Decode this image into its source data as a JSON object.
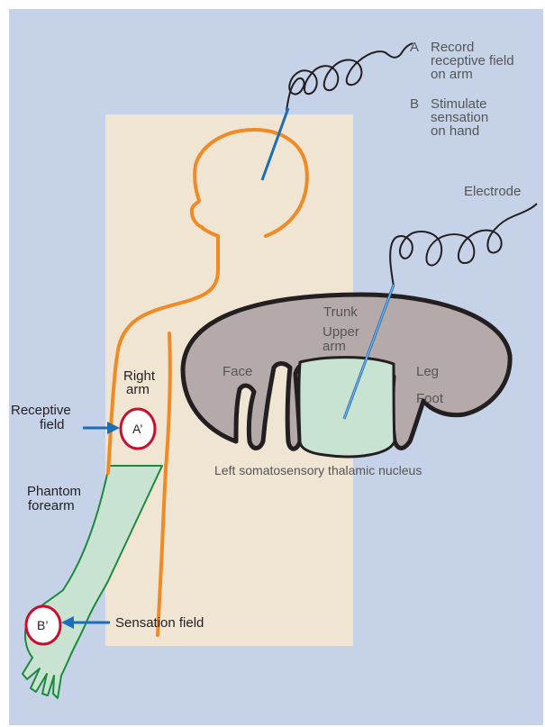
{
  "colors": {
    "panel": "#c5d2e8",
    "skin_panel": "#f0e4d3",
    "body_outline": "#f08a24",
    "phantom_fill": "#c9e3d3",
    "phantom_outline": "#1c8a3a",
    "thalamus_fill": "#b4aaaa",
    "thalamus_inner": "#c9e3d3",
    "electrode": "#1b6fb8",
    "field_outline": "#c8102e",
    "arrow": "#1b6fb8"
  },
  "legend": {
    "a_letter": "A",
    "a_line1": "Record",
    "a_line2": "receptive field",
    "a_line3": "on arm",
    "b_letter": "B",
    "b_line1": "Stimulate",
    "b_line2": "sensation",
    "b_line3": "on hand"
  },
  "labels": {
    "electrode": "Electrode",
    "trunk": "Trunk",
    "upper_arm_1": "Upper",
    "upper_arm_2": "arm",
    "face": "Face",
    "leg": "Leg",
    "foot": "Foot",
    "thalamus_caption": "Left somatosensory thalamic nucleus",
    "right_arm_1": "Right",
    "right_arm_2": "arm",
    "receptive_1": "Receptive",
    "receptive_2": "field",
    "field_a": "A’",
    "phantom_1": "Phantom",
    "phantom_2": "forearm",
    "field_b": "B’",
    "sensation_field": "Sensation field"
  }
}
